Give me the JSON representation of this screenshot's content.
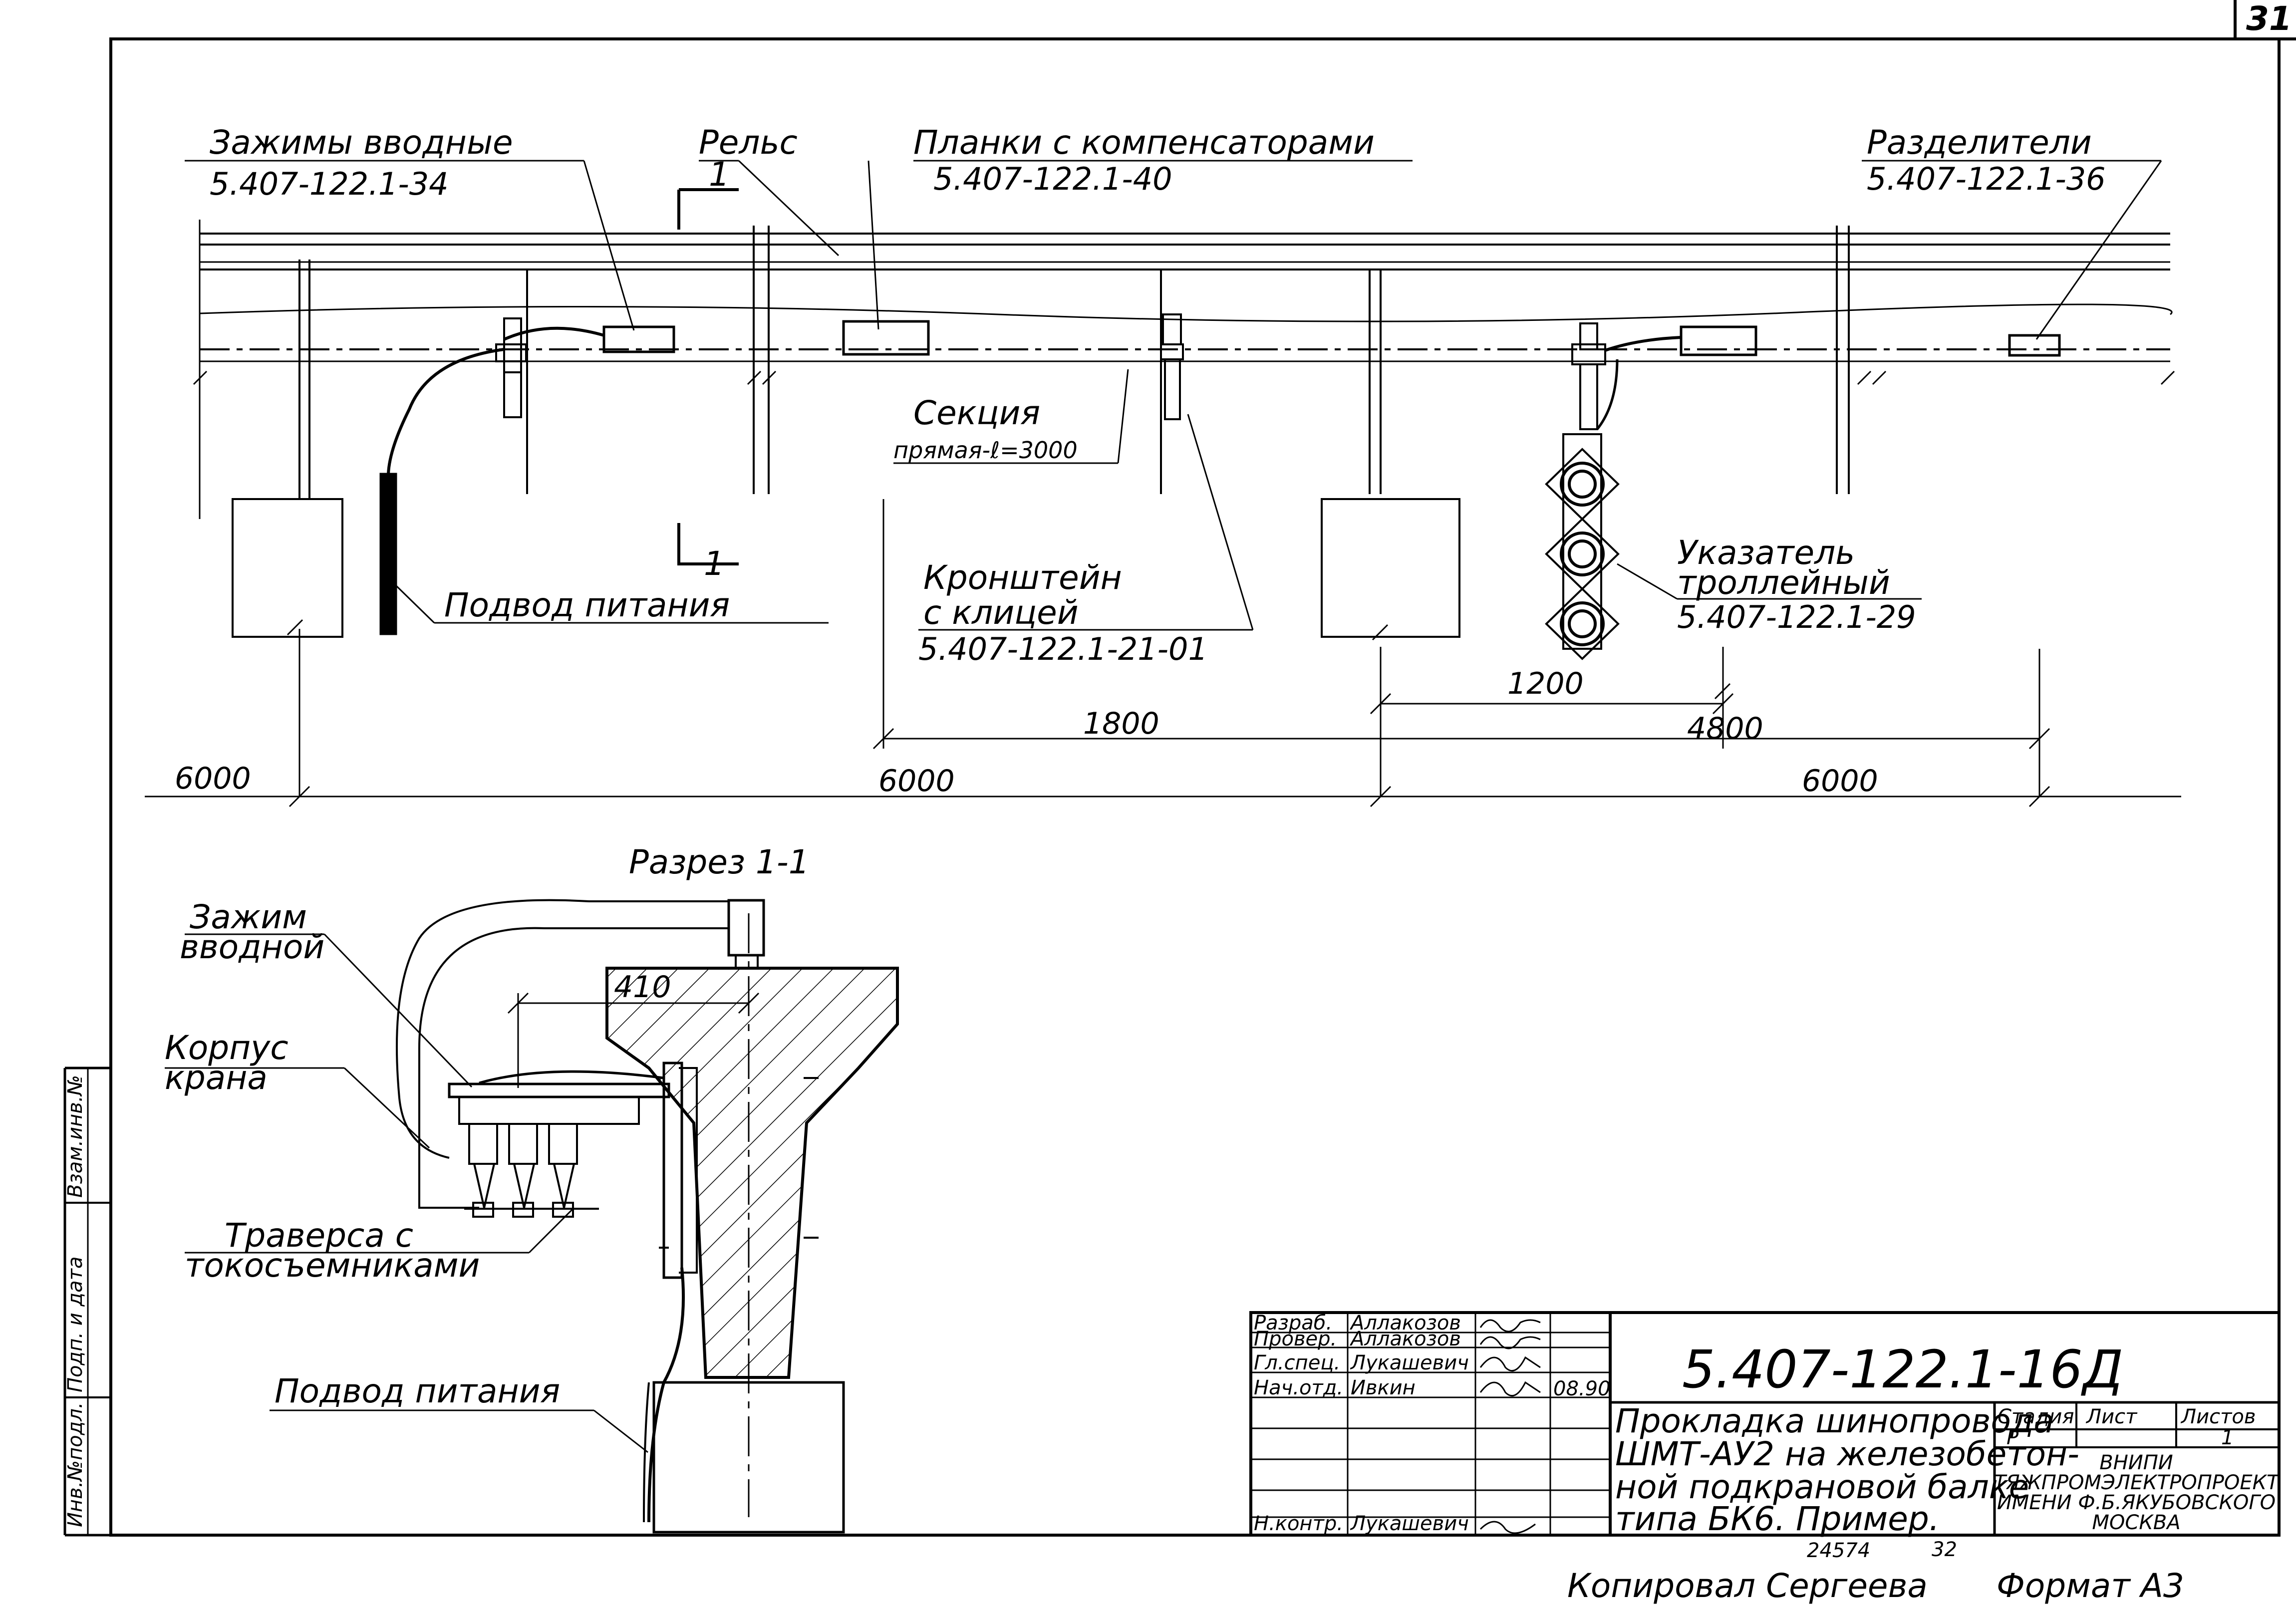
{
  "sheet": {
    "number": "31",
    "format": "Формат А3",
    "copied_by": "Копировал Сергеева",
    "stamp_number": "24574",
    "stamp_sheet": "32"
  },
  "plan": {
    "callouts": {
      "clamps": {
        "title": "Зажимы вводные",
        "code": "5.407-122.1-34"
      },
      "rail": {
        "title": "Рельс",
        "mark": "1"
      },
      "strips": {
        "title": "Планки с компенсаторами",
        "code": "5.407-122.1-40"
      },
      "dividers": {
        "title": "Разделители",
        "code": "5.407-122.1-36"
      },
      "section": {
        "line1": "Секция",
        "line2": "прямая-ℓ=3000"
      },
      "power": {
        "title": "Подвод питания"
      },
      "bracket": {
        "line1": "Кронштейн",
        "line2": "с клицей",
        "code": "5.407-122.1-21-01"
      },
      "indicator": {
        "line1": "Указатель",
        "line2": "троллейный",
        "code": "5.407-122.1-29"
      }
    },
    "section_mark_bottom": "1",
    "dimensions": {
      "d1200": "1200",
      "d1800": "1800",
      "d4800": "4800",
      "left": "6000",
      "mid": "6000",
      "right": "6000"
    }
  },
  "section": {
    "title": "Разрез 1-1",
    "labels": {
      "clamp_l1": "Зажим",
      "clamp_l2": "вводной",
      "crane_l1": "Корпус",
      "crane_l2": "крана",
      "traverse_l1": "Траверса с",
      "traverse_l2": "токосъемниками",
      "power": "Подвод питания"
    },
    "dim410": "410"
  },
  "side_stamp": {
    "c1": "Инв.№подл.",
    "c2": "Подп. и дата",
    "c3": "Взам.инв.№"
  },
  "title_block": {
    "rows": [
      {
        "role": "Разраб.",
        "name": "Аллакозов"
      },
      {
        "role": "Провер.",
        "name": "Аллакозов"
      },
      {
        "role": "Гл.спец.",
        "name": "Лукашевич"
      },
      {
        "role": "Нач.отд.",
        "name": "Ивкин"
      },
      {
        "role": "",
        "name": ""
      },
      {
        "role": "",
        "name": ""
      },
      {
        "role": "Н.контр.",
        "name": "Лукашевич"
      }
    ],
    "date": "08.90",
    "designation": "5.407-122.1-16Д",
    "description": [
      "Прокладка шинопровода",
      "ШМТ-АУ2 на железобетон-",
      "ной подкрановой балке",
      "типа БК6.  Пример."
    ],
    "headers": {
      "stage": "Стадия",
      "sheet": "Лист",
      "sheets": "Листов"
    },
    "values": {
      "stage": "Р",
      "sheet": "",
      "sheets": "1"
    },
    "org": [
      "ВНИПИ",
      "ТЯЖПРОМЭЛЕКТРОПРОЕКТ",
      "ИМЕНИ Ф.Б.ЯКУБОВСКОГО",
      "МОСКВА"
    ]
  }
}
